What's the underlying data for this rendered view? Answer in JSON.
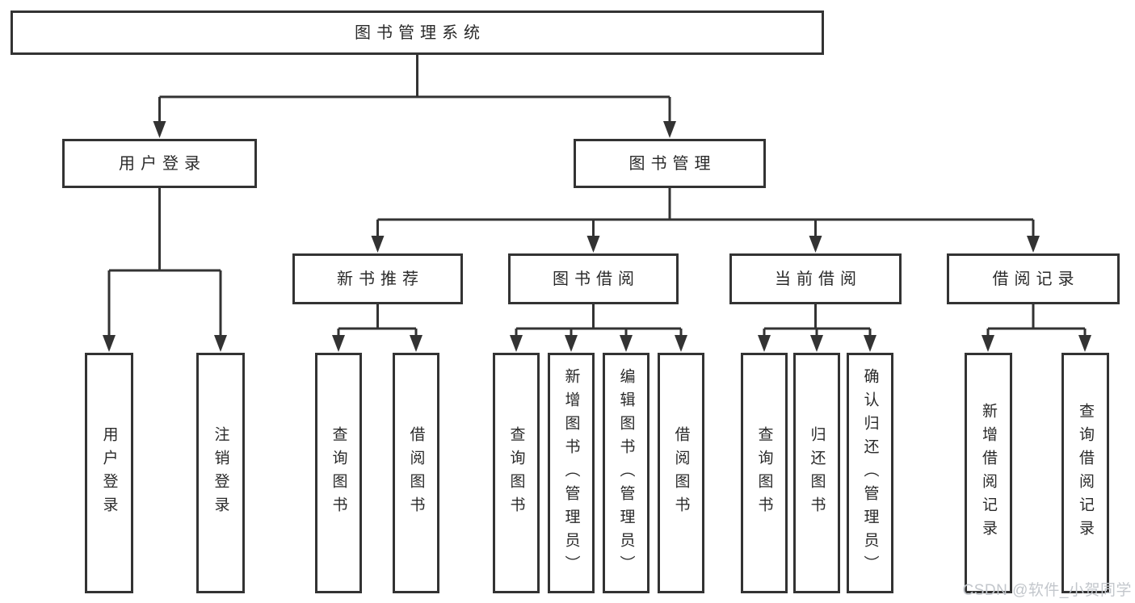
{
  "tree": {
    "label": "图书管理系统",
    "children": [
      {
        "label": "用户登录",
        "children": [
          {
            "label": "用户登录"
          },
          {
            "label": "注销登录"
          }
        ]
      },
      {
        "label": "图书管理",
        "children": [
          {
            "label": "新书推荐",
            "children": [
              {
                "label": "查询图书"
              },
              {
                "label": "借阅图书"
              }
            ]
          },
          {
            "label": "图书借阅",
            "children": [
              {
                "label": "查询图书"
              },
              {
                "label": "新增图书（管理员）"
              },
              {
                "label": "编辑图书（管理员）"
              },
              {
                "label": "借阅图书"
              }
            ]
          },
          {
            "label": "当前借阅",
            "children": [
              {
                "label": "查询图书"
              },
              {
                "label": "归还图书"
              },
              {
                "label": "确认归还（管理员）"
              }
            ]
          },
          {
            "label": "借阅记录",
            "children": [
              {
                "label": "新增借阅记录"
              },
              {
                "label": "查询借阅记录"
              }
            ]
          }
        ]
      }
    ]
  },
  "watermark": {
    "text": "CSDN @软件_小贺同学"
  },
  "colors": {
    "line": "#333333",
    "box_border": "#333333",
    "text": "#2a2a2a",
    "background": "#ffffff",
    "watermark": "#c3c7cc"
  }
}
